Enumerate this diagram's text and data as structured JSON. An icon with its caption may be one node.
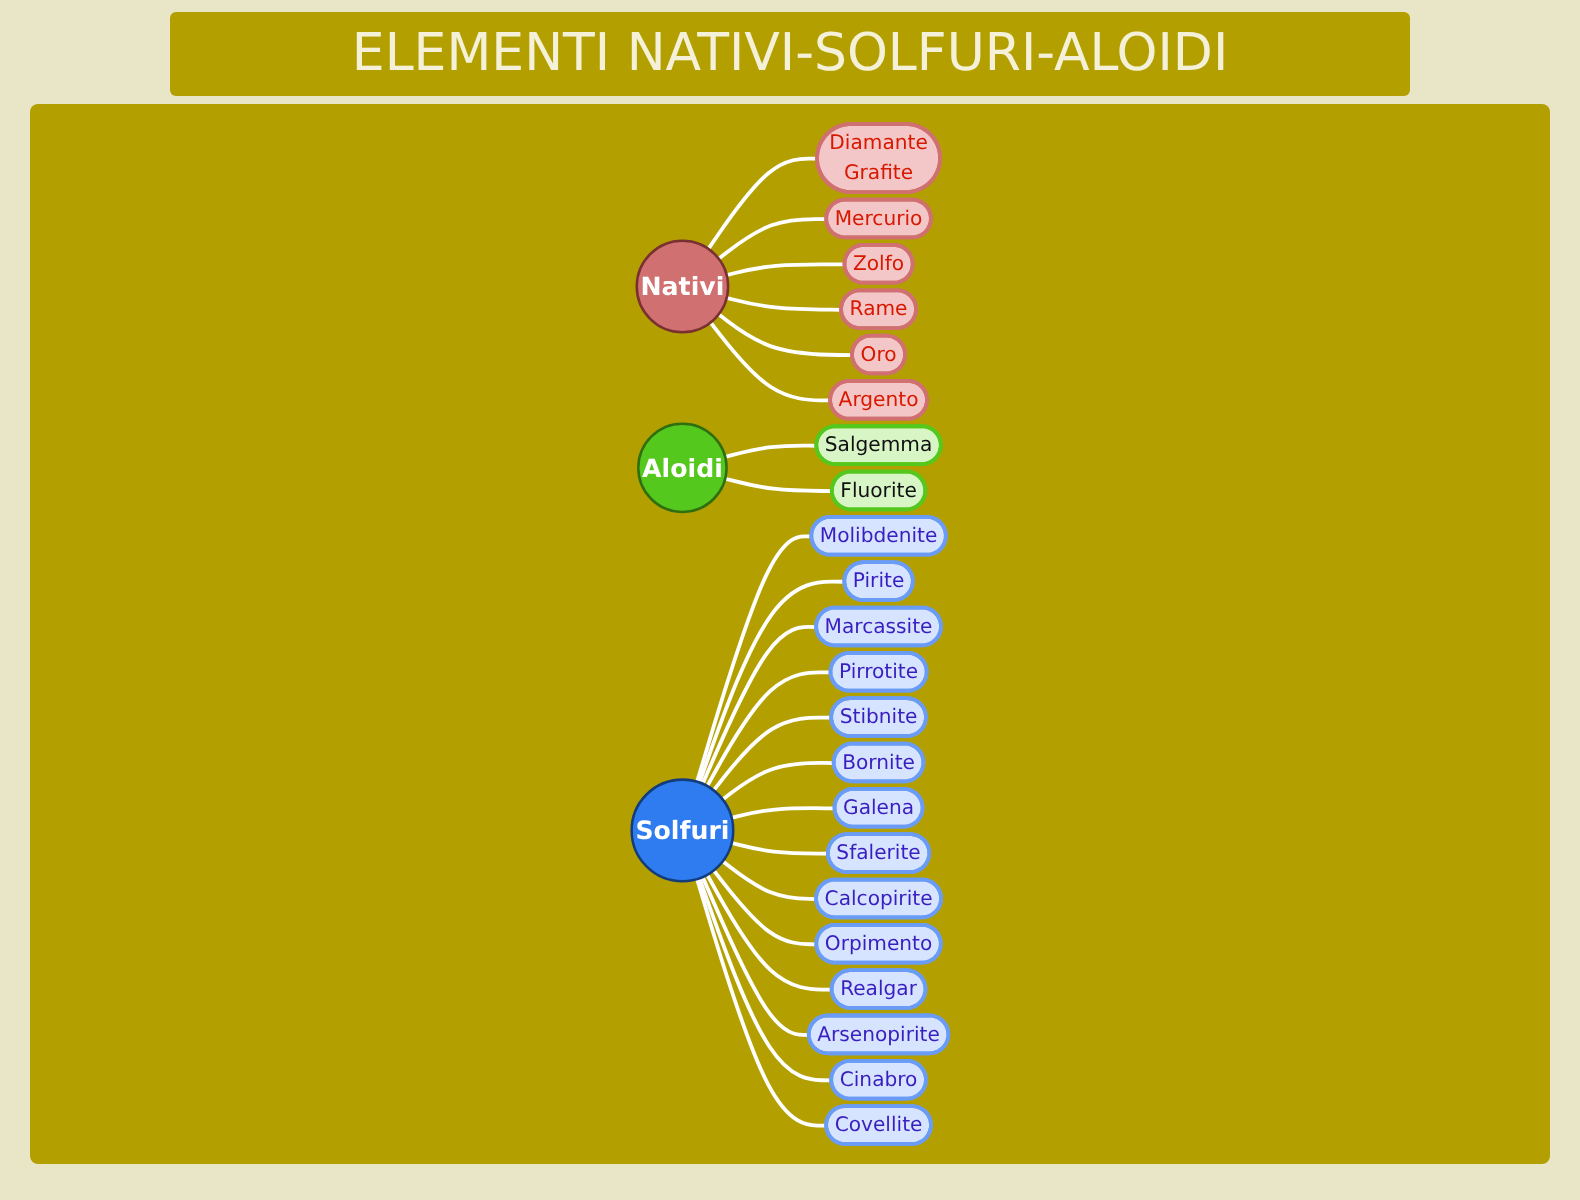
{
  "diagram": {
    "title": "ELEMENTI NATIVI-SOLFURI-ALOIDI",
    "nodes": [
      {
        "text": [
          "Nativi"
        ]
      },
      {
        "text": [
          "Diamante",
          "Grafite"
        ]
      },
      {
        "text": [
          "Mercurio"
        ]
      },
      {
        "text": [
          "Zolfo"
        ]
      },
      {
        "text": [
          "Rame"
        ]
      },
      {
        "text": [
          "Oro"
        ]
      },
      {
        "text": [
          "Argento"
        ]
      },
      {
        "text": [
          "Aloidi"
        ]
      },
      {
        "text": [
          "Salgemma"
        ]
      },
      {
        "text": [
          "Fluorite"
        ]
      },
      {
        "text": [
          "Solfuri"
        ]
      },
      {
        "text": [
          "Molibdenite"
        ]
      },
      {
        "text": [
          "Pirite"
        ]
      },
      {
        "text": [
          "Marcassite"
        ]
      },
      {
        "text": [
          "Pirrotite"
        ]
      },
      {
        "text": [
          "Stibnite"
        ]
      },
      {
        "text": [
          "Bornite"
        ]
      },
      {
        "text": [
          "Galena"
        ]
      },
      {
        "text": [
          "Sfalerite"
        ]
      },
      {
        "text": [
          "Calcopirite"
        ]
      },
      {
        "text": [
          "Orpimento"
        ]
      },
      {
        "text": [
          "Realgar"
        ]
      },
      {
        "text": [
          "Arsenopirite"
        ]
      },
      {
        "text": [
          "Cinabro"
        ]
      },
      {
        "text": [
          "Covellite"
        ]
      }
    ],
    "edges": [
      {
        "from": 0,
        "to": 1,
        "arrow": "none"
      },
      {
        "from": 0,
        "to": 2,
        "arrow": "none"
      },
      {
        "from": 0,
        "to": 3,
        "arrow": "none"
      },
      {
        "from": 0,
        "to": 4,
        "arrow": "none"
      },
      {
        "from": 0,
        "to": 5,
        "arrow": "none"
      },
      {
        "from": 0,
        "to": 6,
        "arrow": "none"
      },
      {
        "from": 7,
        "to": 8,
        "arrow": "none"
      },
      {
        "from": 7,
        "to": 9,
        "arrow": "none"
      },
      {
        "from": 10,
        "to": 11,
        "arrow": "none"
      },
      {
        "from": 10,
        "to": 12,
        "arrow": "none"
      },
      {
        "from": 10,
        "to": 13,
        "arrow": "none"
      },
      {
        "from": 10,
        "to": 14,
        "arrow": "none"
      },
      {
        "from": 10,
        "to": 15,
        "arrow": "none"
      },
      {
        "from": 10,
        "to": 16,
        "arrow": "none"
      },
      {
        "from": 10,
        "to": 17,
        "arrow": "none"
      },
      {
        "from": 10,
        "to": 18,
        "arrow": "none"
      },
      {
        "from": 10,
        "to": 19,
        "arrow": "none"
      },
      {
        "from": 10,
        "to": 20,
        "arrow": "none"
      },
      {
        "from": 10,
        "to": 21,
        "arrow": "none"
      },
      {
        "from": 10,
        "to": 22,
        "arrow": "none"
      },
      {
        "from": 10,
        "to": 23,
        "arrow": "none"
      },
      {
        "from": 10,
        "to": 24,
        "arrow": "none"
      }
    ]
  }
}
